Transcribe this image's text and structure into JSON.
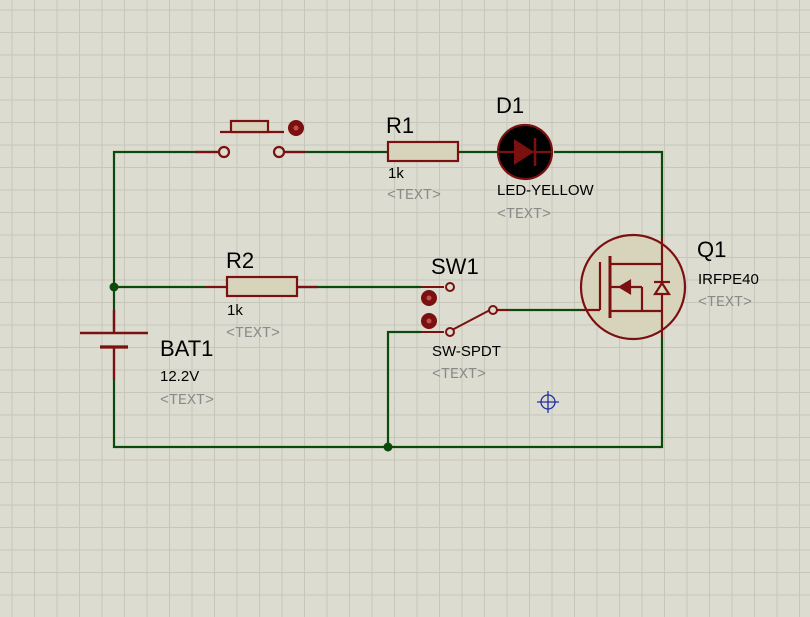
{
  "colors": {
    "background": "#dcdcd0",
    "grid": "#c6c6ba",
    "wire": "#0c4a0c",
    "component": "#7a1010",
    "component_fill": "#d8d4bc",
    "pin_marker": "#7a1010",
    "label_text": "#000000",
    "placeholder_text": "#8a8a8a",
    "cursor": "#2030a0"
  },
  "components": {
    "pushbutton": {
      "icon": "pushbutton-icon"
    },
    "r1": {
      "ref": "R1",
      "value": "1k",
      "text": "<TEXT>"
    },
    "d1": {
      "ref": "D1",
      "value": "LED-YELLOW",
      "text": "<TEXT>",
      "icon": "led-icon"
    },
    "r2": {
      "ref": "R2",
      "value": "1k",
      "text": "<TEXT>"
    },
    "sw1": {
      "ref": "SW1",
      "value": "SW-SPDT",
      "text": "<TEXT>",
      "icon": "spdt-switch-icon"
    },
    "q1": {
      "ref": "Q1",
      "value": "IRFPE40",
      "text": "<TEXT>",
      "icon": "mosfet-icon"
    },
    "bat1": {
      "ref": "BAT1",
      "value": "12.2V",
      "text": "<TEXT>",
      "icon": "battery-icon"
    }
  }
}
